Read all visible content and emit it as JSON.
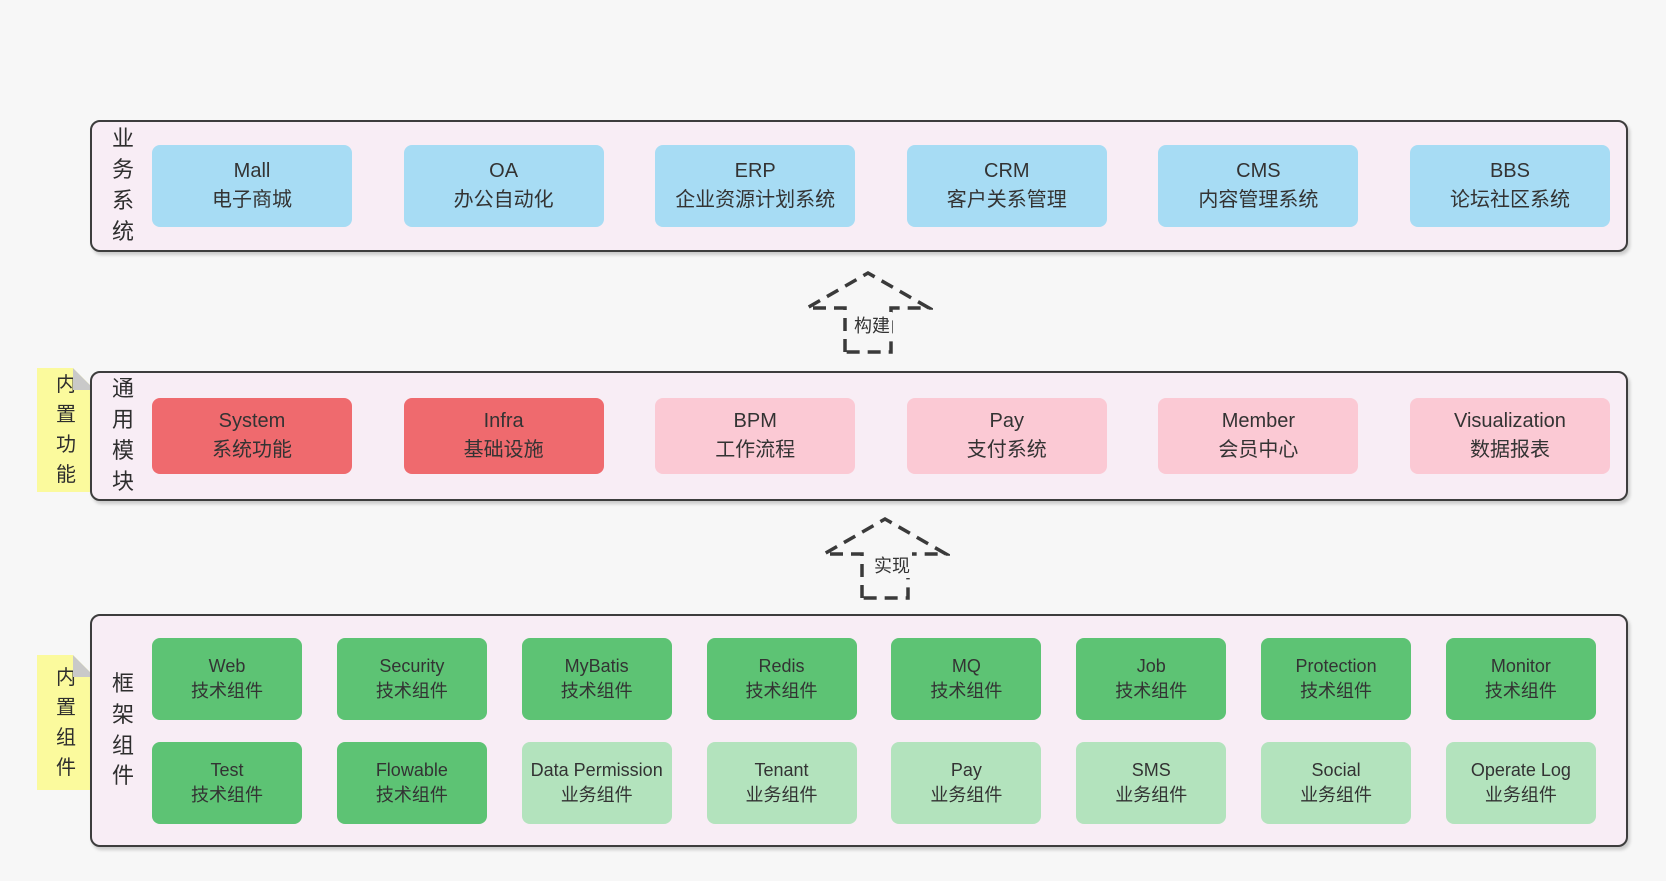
{
  "layers": [
    {
      "label": "业务系统",
      "boxes": [
        {
          "en": "Mall",
          "zh": "电子商城"
        },
        {
          "en": "OA",
          "zh": "办公自动化"
        },
        {
          "en": "ERP",
          "zh": "企业资源计划系统"
        },
        {
          "en": "CRM",
          "zh": "客户关系管理"
        },
        {
          "en": "CMS",
          "zh": "内容管理系统"
        },
        {
          "en": "BBS",
          "zh": "论坛社区系统"
        }
      ]
    },
    {
      "label": "通用模块",
      "sticky_note": "内置功能",
      "boxes": [
        {
          "en": "System",
          "zh": "系统功能"
        },
        {
          "en": "Infra",
          "zh": "基础设施"
        },
        {
          "en": "BPM",
          "zh": "工作流程"
        },
        {
          "en": "Pay",
          "zh": "支付系统"
        },
        {
          "en": "Member",
          "zh": "会员中心"
        },
        {
          "en": "Visualization",
          "zh": "数据报表"
        }
      ]
    },
    {
      "label": "框架组件",
      "sticky_note": "内置组件",
      "rows": [
        [
          {
            "en": "Web",
            "zh": "技术组件"
          },
          {
            "en": "Security",
            "zh": "技术组件"
          },
          {
            "en": "MyBatis",
            "zh": "技术组件"
          },
          {
            "en": "Redis",
            "zh": "技术组件"
          },
          {
            "en": "MQ",
            "zh": "技术组件"
          },
          {
            "en": "Job",
            "zh": "技术组件"
          },
          {
            "en": "Protection",
            "zh": "技术组件"
          },
          {
            "en": "Monitor",
            "zh": "技术组件"
          }
        ],
        [
          {
            "en": "Test",
            "zh": "技术组件"
          },
          {
            "en": "Flowable",
            "zh": "技术组件"
          },
          {
            "en": "Data Permission",
            "zh": "业务组件"
          },
          {
            "en": "Tenant",
            "zh": "业务组件"
          },
          {
            "en": "Pay",
            "zh": "业务组件"
          },
          {
            "en": "SMS",
            "zh": "业务组件"
          },
          {
            "en": "Social",
            "zh": "业务组件"
          },
          {
            "en": "Operate Log",
            "zh": "业务组件"
          }
        ]
      ]
    }
  ],
  "arrows": [
    {
      "label": "构建"
    },
    {
      "label": "实现"
    }
  ],
  "colors": {
    "page_bg": "#f7f7f7",
    "layer_bg": "#f8edf5",
    "layer_border": "#3d3d3d",
    "node_blue": "#a7dcf4",
    "node_red": "#ef6a6e",
    "node_pink": "#fbc9d4",
    "node_green_dark": "#5dc374",
    "node_green_light": "#b3e3bd",
    "sticky_yellow": "#fbfa9d",
    "sticky_fold": "#c9c9c9",
    "text": "#333333"
  }
}
